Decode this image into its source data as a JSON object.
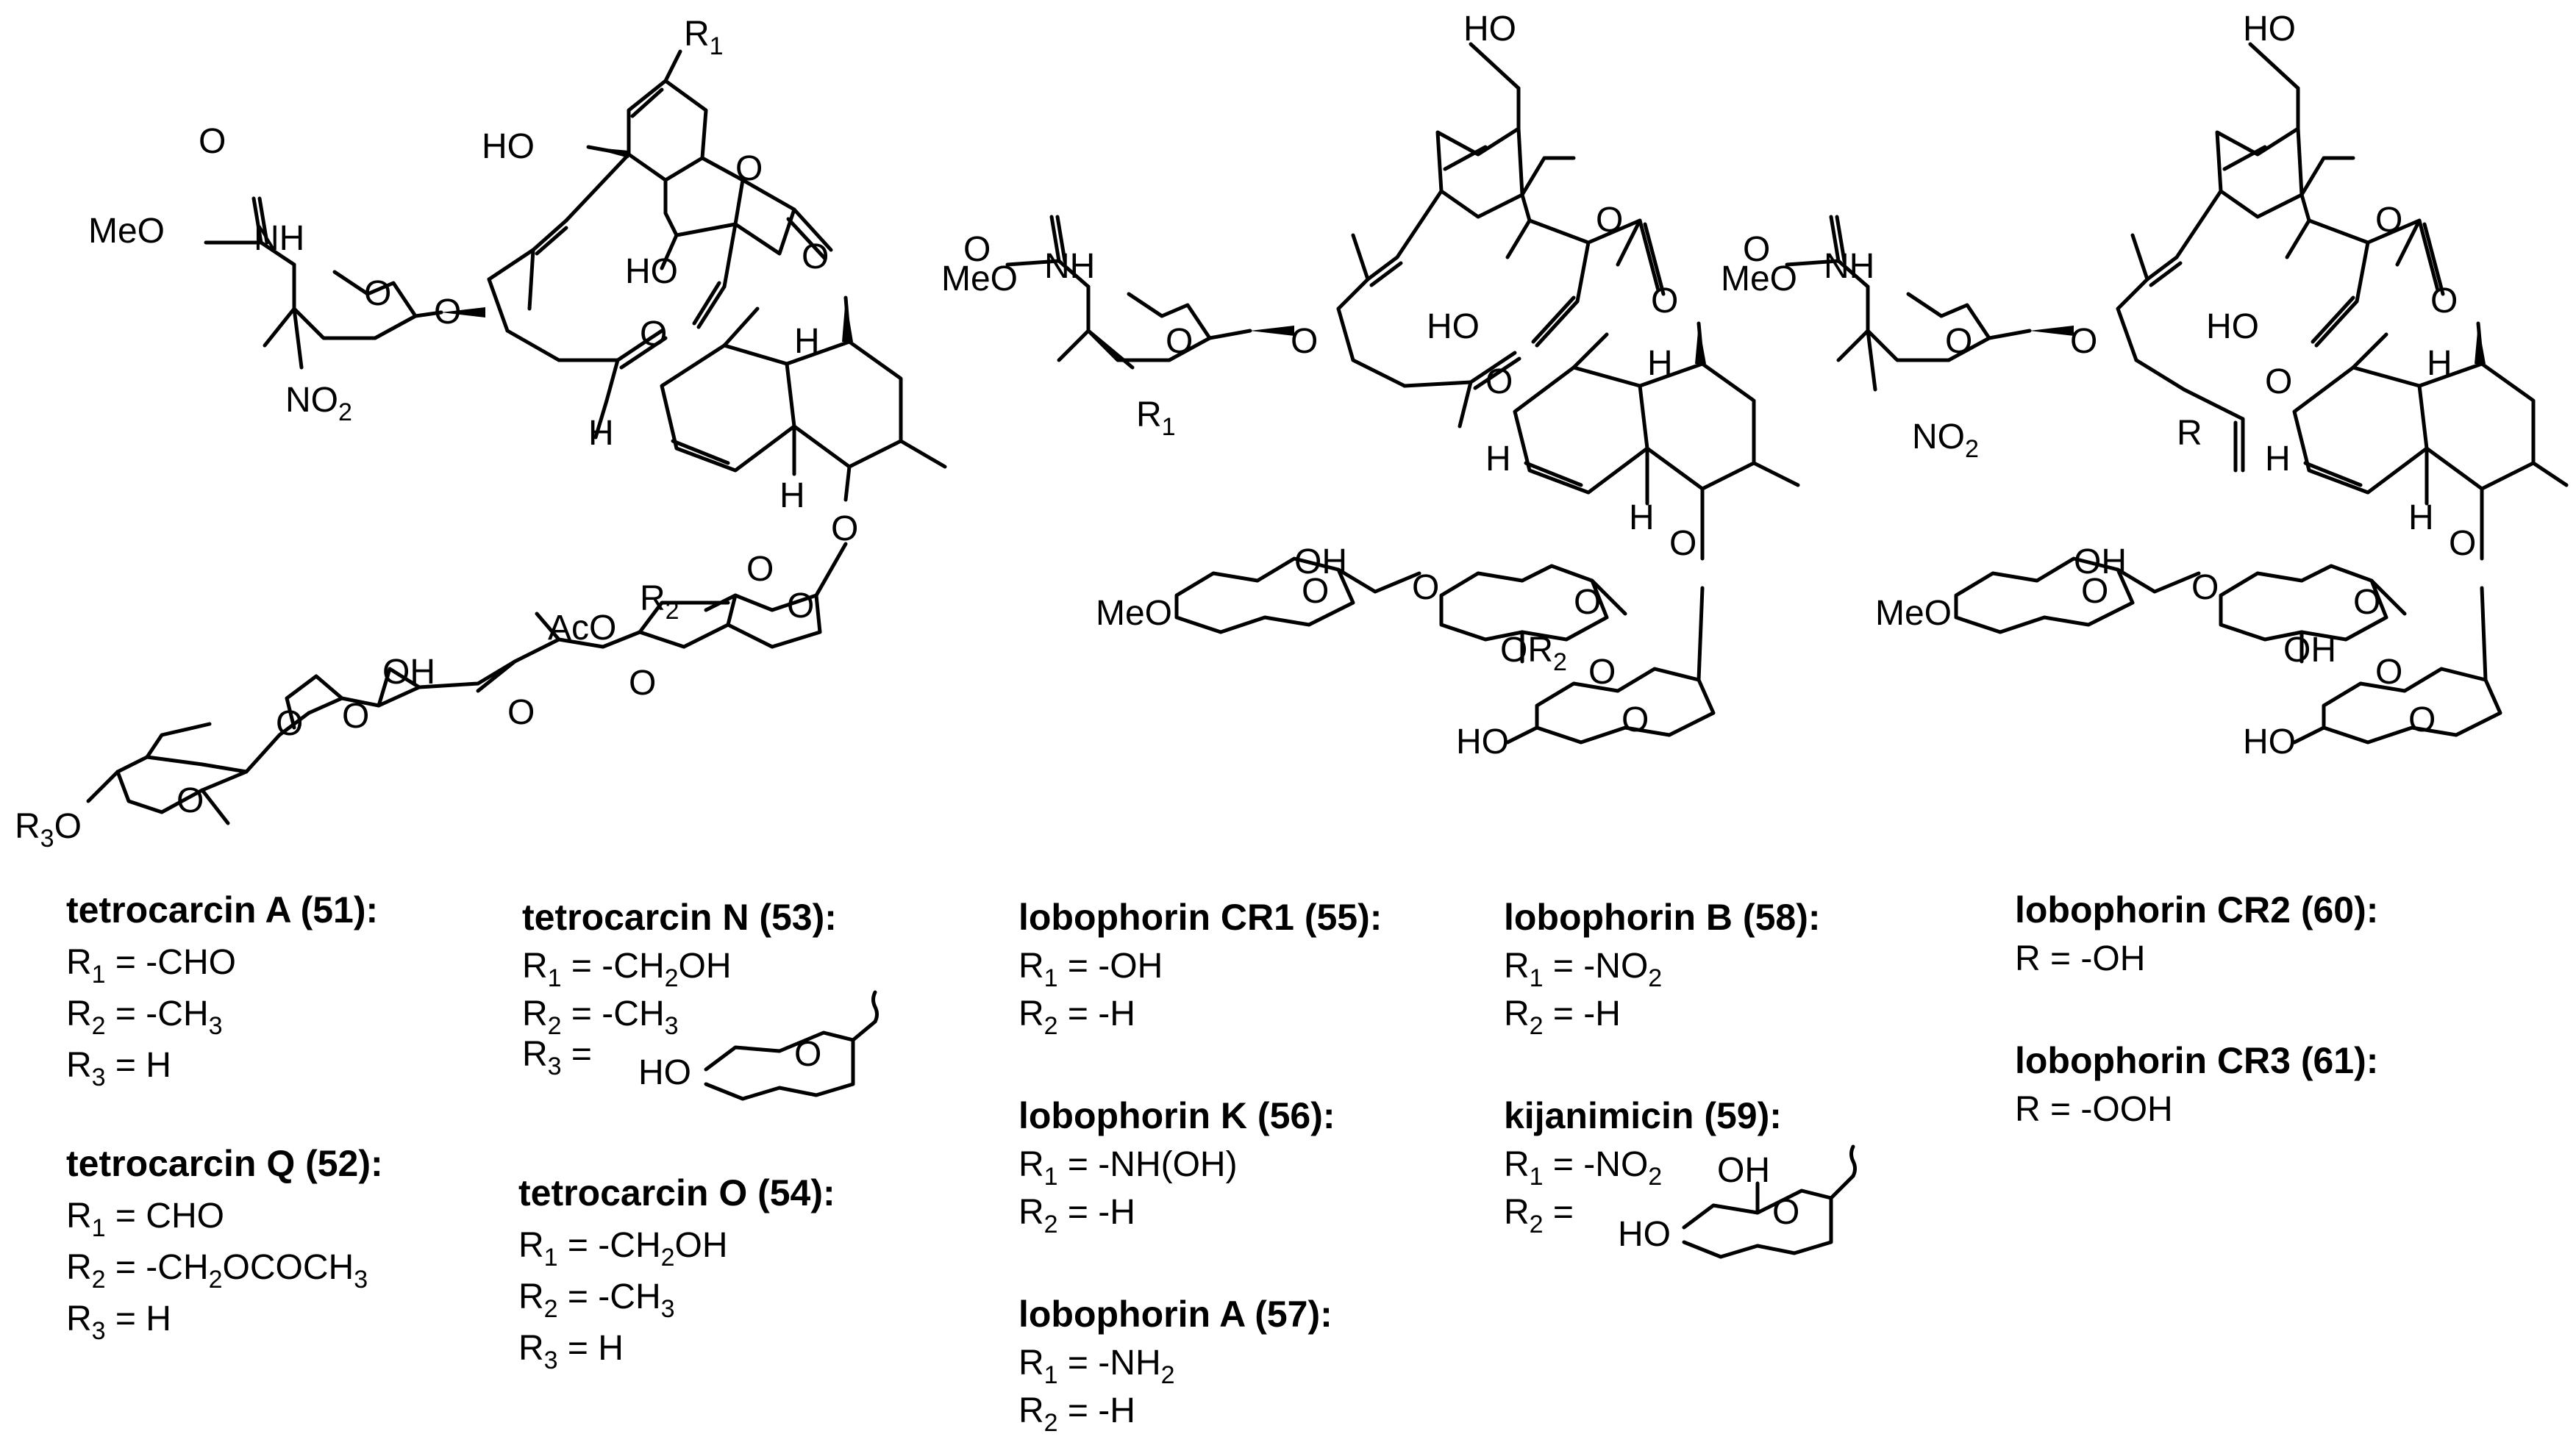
{
  "structures": {
    "left": {
      "atoms": {
        "r1": "R",
        "r1_sub": "1",
        "ho1": "HO",
        "meo": "MeO",
        "nh": "NH",
        "o_ring1": "O",
        "o_link1": "O",
        "o_lac1": "O",
        "o_lac2": "O",
        "o_carb": "O",
        "ho2": "HO",
        "o_keto": "O",
        "h1": "H",
        "h2": "H",
        "h3": "H",
        "no2": "NO",
        "no2_sub": "2",
        "o_gly": "O",
        "o_s1": "O",
        "o_s2": "O",
        "aco": "AcO",
        "r2": "R",
        "r2_sub": "2",
        "oh": "OH",
        "o_s3": "O",
        "o_s4": "O",
        "o_s5": "O",
        "o_s6": "O",
        "r3": "R",
        "r3_sub": "3",
        "o_s7": "O",
        "o_s8": "O"
      }
    },
    "middle": {
      "atoms": {
        "ho_top": "HO",
        "meo": "MeO",
        "o_carb": "O",
        "nh": "NH",
        "o_lac1": "O",
        "o_lac2": "O",
        "o_ring": "O",
        "o_link": "O",
        "ho2": "HO",
        "o_keto": "O",
        "h1": "H",
        "h2": "H",
        "h3": "H",
        "r1": "R",
        "r1_sub": "1",
        "oh": "OH",
        "meo2": "MeO",
        "o_s1": "O",
        "o_s2": "O",
        "o_s3": "O",
        "o_s4": "O",
        "or2": "OR",
        "or2_sub": "2",
        "o_s5": "O",
        "o_s6": "O",
        "ho3": "HO",
        "o_gly": "O"
      }
    },
    "right": {
      "atoms": {
        "ho_top": "HO",
        "meo": "MeO",
        "o_carb": "O",
        "nh": "NH",
        "o_lac1": "O",
        "o_lac2": "O",
        "o_ring": "O",
        "o_link": "O",
        "ho2": "HO",
        "o_keto": "O",
        "h1": "H",
        "h2": "H",
        "h3": "H",
        "no2": "NO",
        "no2_sub": "2",
        "r": "R",
        "oh": "OH",
        "oh2": "OH",
        "meo2": "MeO",
        "o_s1": "O",
        "o_s2": "O",
        "o_s3": "O",
        "o_s4": "O",
        "o_s5": "O",
        "ho3": "HO",
        "o_gly": "O"
      }
    }
  },
  "legend": {
    "tetA": {
      "title": "tetrocarcin A (51):",
      "l1": [
        "R",
        "1",
        " = -CHO"
      ],
      "l2": [
        "R",
        "2",
        " = -CH",
        "3",
        ""
      ],
      "l3": [
        "R",
        "3",
        " = H"
      ]
    },
    "tetQ": {
      "title": "tetrocarcin Q (52):",
      "l1": [
        "R",
        "1",
        " = CHO"
      ],
      "l2": [
        "R",
        "2",
        " = -CH",
        "2",
        "OCOCH",
        "3",
        ""
      ],
      "l3": [
        "R",
        "3",
        " = H"
      ]
    },
    "tetN": {
      "title": "tetrocarcin N (53):",
      "l1": [
        "R",
        "1",
        " = -CH",
        "2",
        "OH"
      ],
      "l2": [
        "R",
        "2",
        " = -CH",
        "3",
        ""
      ],
      "l3": [
        "R",
        "3",
        " ="
      ],
      "ho": "HO",
      "o": "O"
    },
    "tetO": {
      "title": "tetrocarcin O (54):",
      "l1": [
        "R",
        "1",
        " = -CH",
        "2",
        "OH"
      ],
      "l2": [
        "R",
        "2",
        " = -CH",
        "3",
        ""
      ],
      "l3": [
        "R",
        "3",
        " = H"
      ]
    },
    "lobCR1": {
      "title": "lobophorin CR1 (55):",
      "l1": [
        "R",
        "1",
        " = -OH"
      ],
      "l2": [
        "R",
        "2",
        " = -H"
      ]
    },
    "lobK": {
      "title": "lobophorin K (56):",
      "l1": [
        "R",
        "1",
        " = -NH(OH)"
      ],
      "l2": [
        "R",
        "2",
        " = -H"
      ]
    },
    "lobA": {
      "title": "lobophorin A (57):",
      "l1": [
        "R",
        "1",
        " = -NH",
        "2",
        ""
      ],
      "l2": [
        "R",
        "2",
        " = -H"
      ]
    },
    "lobB": {
      "title": "lobophorin B (58):",
      "l1": [
        "R",
        "1",
        " = -NO",
        "2",
        ""
      ],
      "l2": [
        "R",
        "2",
        " = -H"
      ]
    },
    "kij": {
      "title": "kijanimicin (59):",
      "l1": [
        "R",
        "1",
        " = -NO",
        "2",
        ""
      ],
      "l2": [
        "R",
        "2",
        " ="
      ],
      "oh": "OH",
      "ho": "HO",
      "o": "O"
    },
    "lobCR2": {
      "title": "lobophorin CR2 (60):",
      "l1": "R = -OH"
    },
    "lobCR3": {
      "title": "lobophorin CR3 (61):",
      "l1": "R = -OOH"
    }
  }
}
